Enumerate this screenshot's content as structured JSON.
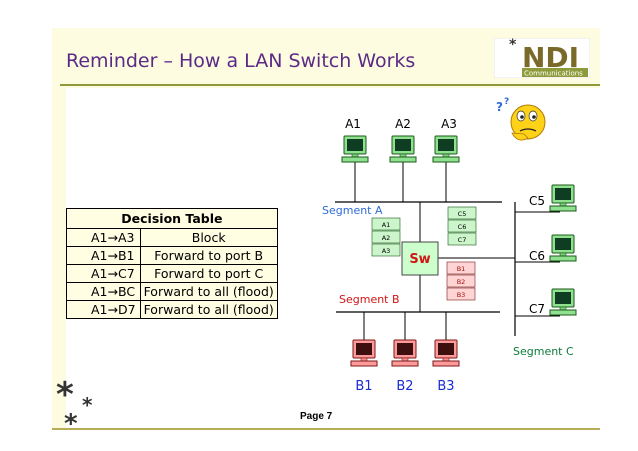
{
  "slide": {
    "title": "Reminder – How a LAN Switch Works",
    "page_label": "Page 7",
    "logo": {
      "text": "NDI",
      "subtext": "Communications"
    }
  },
  "decision_table": {
    "header": "Decision Table",
    "rows": [
      {
        "src": "A1→A3",
        "action": "Block"
      },
      {
        "src": "A1→B1",
        "action": "Forward to port B"
      },
      {
        "src": "A1→C7",
        "action": "Forward to port C"
      },
      {
        "src": "A1→BC",
        "action": "Forward to all (flood)"
      },
      {
        "src": "A1→D7",
        "action": "Forward to all (flood)"
      }
    ]
  },
  "diagram": {
    "switch_label": "Sw",
    "segments": {
      "a": "Segment A",
      "b": "Segment B",
      "c": "Segment C"
    },
    "hosts_a": [
      "A1",
      "A2",
      "A3"
    ],
    "hosts_b": [
      "B1",
      "B2",
      "B3"
    ],
    "hosts_c": [
      "C5",
      "C6",
      "C7"
    ],
    "table_a": [
      "A1",
      "A2",
      "A3"
    ],
    "table_b": [
      "B1",
      "B2",
      "B3"
    ],
    "table_c": [
      "C5",
      "C6",
      "C7"
    ],
    "colors": {
      "segment_a": "#2e6bd6",
      "segment_b": "#d01515",
      "segment_c": "#0d7a3a",
      "label_blue": "#1a2bd0",
      "switch_fill": "#ccffcc",
      "table_red_fill": "#ffd4d4",
      "table_green_fill": "#ccf5cc"
    }
  }
}
